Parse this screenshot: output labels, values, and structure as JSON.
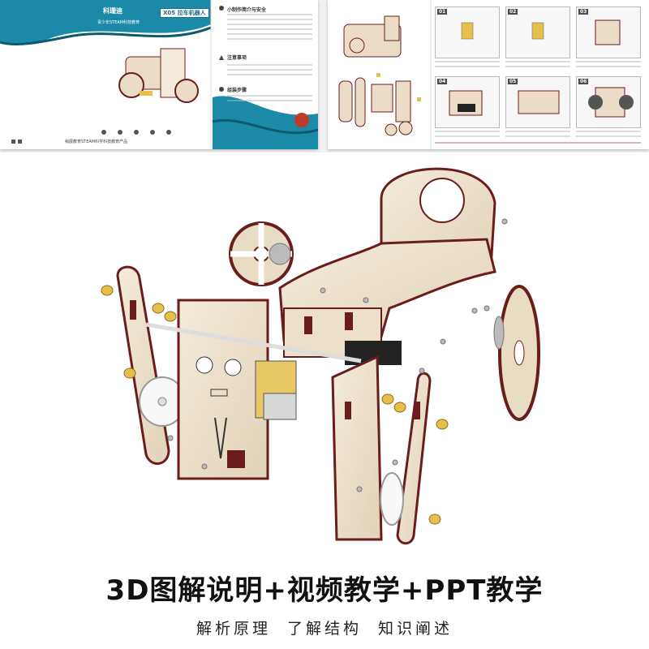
{
  "manual_cover": {
    "brand": "科珊迪",
    "subtitle": "青少年STEAM科技教育",
    "model_badge": "X05 拉车机器人",
    "sections": [
      "小制作简介与安全",
      "注意事项",
      "组装步骤"
    ],
    "footer": "稍展教育STEAM科学科技教育产品"
  },
  "manual_steps": {
    "step_numbers": [
      "01",
      "02",
      "03",
      "04",
      "05",
      "06"
    ]
  },
  "headline": "3D图解说明+视频教学+PPT教学",
  "subheadline": "解析原理    了解结构    知识阐述",
  "colors": {
    "wood": "#eadcc6",
    "wood_edge": "#6b1c1c",
    "teal": "#1b8aa8",
    "brass": "#e6c04a",
    "text": "#111111"
  }
}
